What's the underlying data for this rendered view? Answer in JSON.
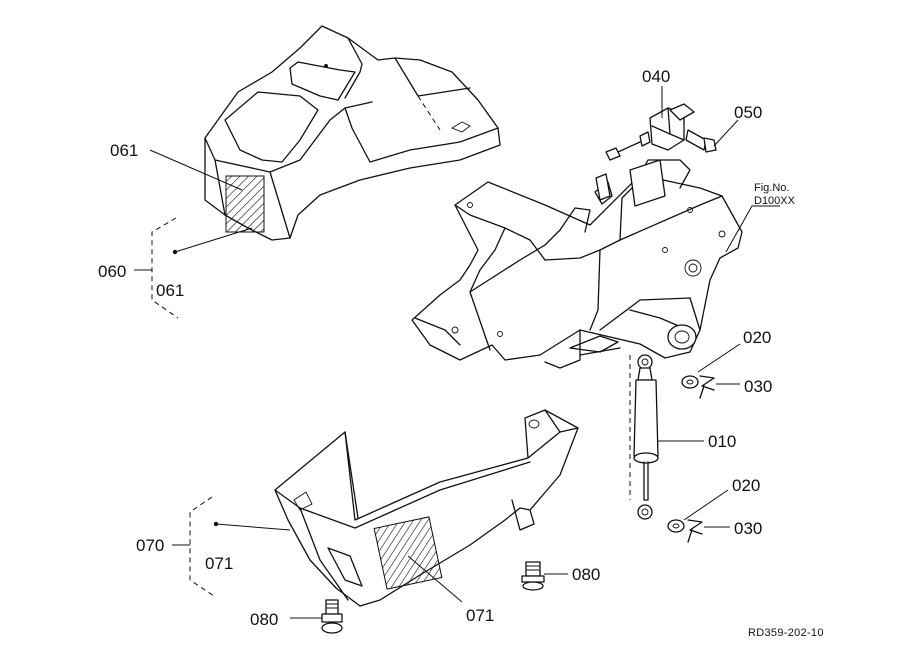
{
  "figure": {
    "fig_label": "Fig.No.",
    "fig_number": "D100XX",
    "reference_code": "RD359-202-10"
  },
  "callouts": {
    "p040": "040",
    "p050": "050",
    "p061_top": "061",
    "p060": "060",
    "p061_group": "061",
    "p020_top": "020",
    "p030_top": "030",
    "p010": "010",
    "p020_bottom": "020",
    "p030_bottom": "030",
    "p070": "070",
    "p071_group": "071",
    "p080_right": "080",
    "p080_left": "080",
    "p071_bottom": "071"
  }
}
